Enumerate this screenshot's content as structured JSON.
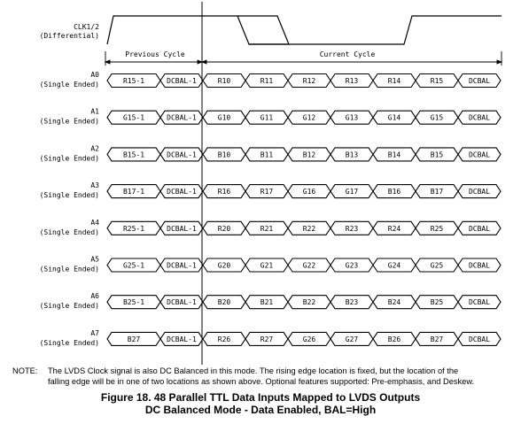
{
  "clock": {
    "label_line1": "CLK1/2",
    "label_line2": "(Differential)"
  },
  "cycles": {
    "previous": "Previous Cycle",
    "current": "Current Cycle"
  },
  "rows": [
    {
      "name": "A0",
      "type": "(Single Ended)",
      "cells": [
        "R15-1",
        "DCBAL-1",
        "R10",
        "R11",
        "R12",
        "R13",
        "R14",
        "R15",
        "DCBAL"
      ]
    },
    {
      "name": "A1",
      "type": "(Single Ended)",
      "cells": [
        "G15-1",
        "DCBAL-1",
        "G10",
        "G11",
        "G12",
        "G13",
        "G14",
        "G15",
        "DCBAL"
      ]
    },
    {
      "name": "A2",
      "type": "(Single Ended)",
      "cells": [
        "B15-1",
        "DCBAL-1",
        "B10",
        "B11",
        "B12",
        "B13",
        "B14",
        "B15",
        "DCBAL"
      ]
    },
    {
      "name": "A3",
      "type": "(Single Ended)",
      "cells": [
        "B17-1",
        "DCBAL-1",
        "R16",
        "R17",
        "G16",
        "G17",
        "B16",
        "B17",
        "DCBAL"
      ]
    },
    {
      "name": "A4",
      "type": "(Single Ended)",
      "cells": [
        "R25-1",
        "DCBAL-1",
        "R20",
        "R21",
        "R22",
        "R23",
        "R24",
        "R25",
        "DCBAL"
      ]
    },
    {
      "name": "A5",
      "type": "(Single Ended)",
      "cells": [
        "G25-1",
        "DCBAL-1",
        "G20",
        "G21",
        "G22",
        "G23",
        "G24",
        "G25",
        "DCBAL"
      ]
    },
    {
      "name": "A6",
      "type": "(Single Ended)",
      "cells": [
        "B25-1",
        "DCBAL-1",
        "B20",
        "B21",
        "B22",
        "B23",
        "B24",
        "B25",
        "DCBAL"
      ]
    },
    {
      "name": "A7",
      "type": "(Single Ended)",
      "cells": [
        "B27",
        "DCBAL-1",
        "R26",
        "R27",
        "G26",
        "G27",
        "B26",
        "B27",
        "DCBAL"
      ]
    }
  ],
  "note": {
    "tag": "NOTE:",
    "line1": "The LVDS Clock signal is also DC Balanced in this mode. The rising edge location is fixed, but the location of the",
    "line2": "falling edge will be in one of two locations as shown above. Optional features supported: Pre-emphasis, and Deskew."
  },
  "caption": {
    "line1": "Figure 18.  48 Parallel TTL Data Inputs Mapped to LVDS Outputs",
    "line2": "DC Balanced Mode - Data Enabled, BAL=High"
  }
}
